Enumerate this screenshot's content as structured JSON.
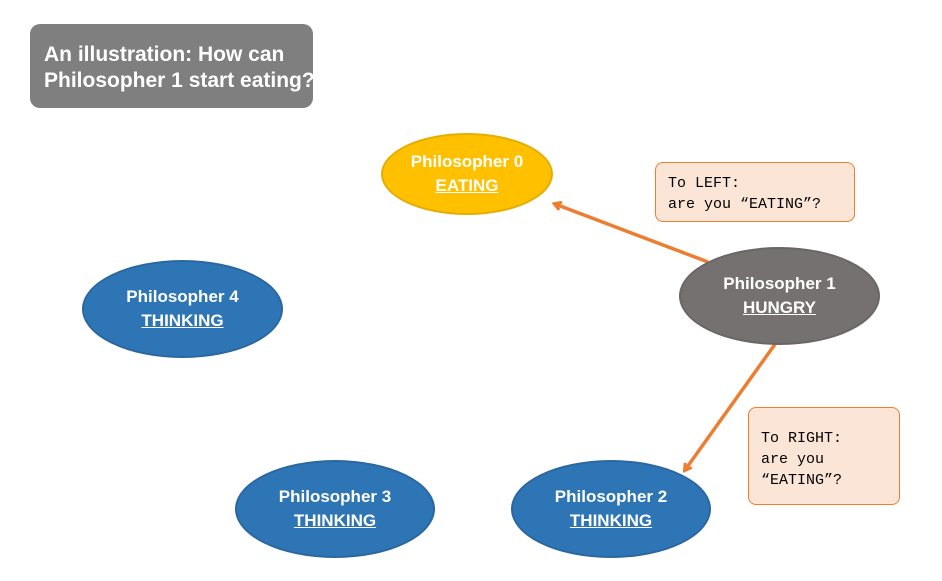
{
  "title": {
    "line1": "An illustration: How can",
    "line2": "Philosopher 1 start eating?"
  },
  "philosophers": [
    {
      "name": "Philosopher 0",
      "state": "EATING",
      "color": "#ffc000"
    },
    {
      "name": "Philosopher 1",
      "state": "HUNGRY",
      "color": "#757171"
    },
    {
      "name": "Philosopher 2",
      "state": "THINKING",
      "color": "#2e75b6"
    },
    {
      "name": "Philosopher 3",
      "state": "THINKING",
      "color": "#2e75b6"
    },
    {
      "name": "Philosopher 4",
      "state": "THINKING",
      "color": "#2e75b6"
    }
  ],
  "messages": {
    "left": {
      "line1": "To LEFT:",
      "line2": "are you “EATING”?"
    },
    "right": {
      "line1": "To RIGHT:",
      "line2": "are you",
      "line3": "“EATING”?"
    }
  },
  "arrows": [
    {
      "from": "Philosopher 1",
      "to": "Philosopher 0",
      "color": "#ed7d31"
    },
    {
      "from": "Philosopher 1",
      "to": "Philosopher 2",
      "color": "#ed7d31"
    }
  ]
}
